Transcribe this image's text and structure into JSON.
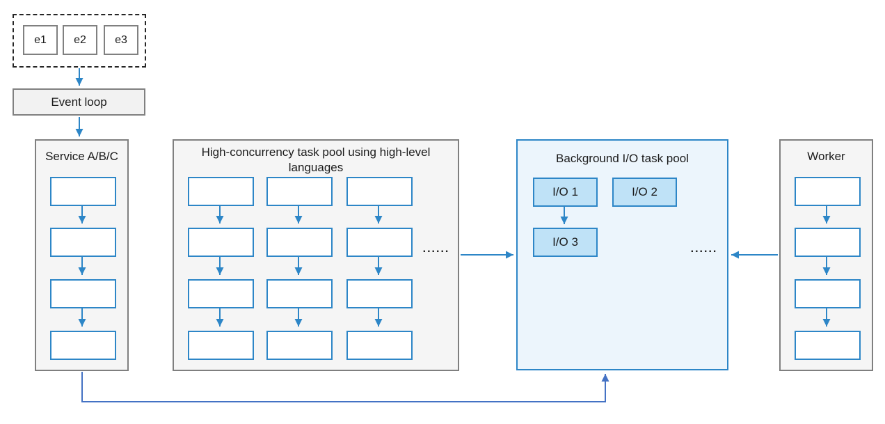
{
  "events": {
    "items": [
      {
        "label": "e1"
      },
      {
        "label": "e2"
      },
      {
        "label": "e3"
      }
    ]
  },
  "event_loop": {
    "label": "Event loop"
  },
  "service": {
    "title": "Service A/B/C"
  },
  "task_pool": {
    "title": "High-concurrency task pool using high-level languages",
    "ellipsis": "......"
  },
  "io_pool": {
    "title": "Background I/O task pool",
    "tasks": [
      {
        "label": "I/O 1"
      },
      {
        "label": "I/O 2"
      },
      {
        "label": "I/O 3"
      }
    ],
    "ellipsis": "......"
  },
  "worker": {
    "title": "Worker"
  },
  "colors": {
    "arrow_blue": "#2d86c7",
    "feedback_blue": "#4472c4",
    "box_border_blue": "#2d86c7",
    "io_box_fill": "#bfe2f7",
    "io_pool_fill": "#ecf5fc",
    "container_fill": "#f5f5f5",
    "container_border": "#7f7f7f",
    "dashed_border": "#262626"
  }
}
